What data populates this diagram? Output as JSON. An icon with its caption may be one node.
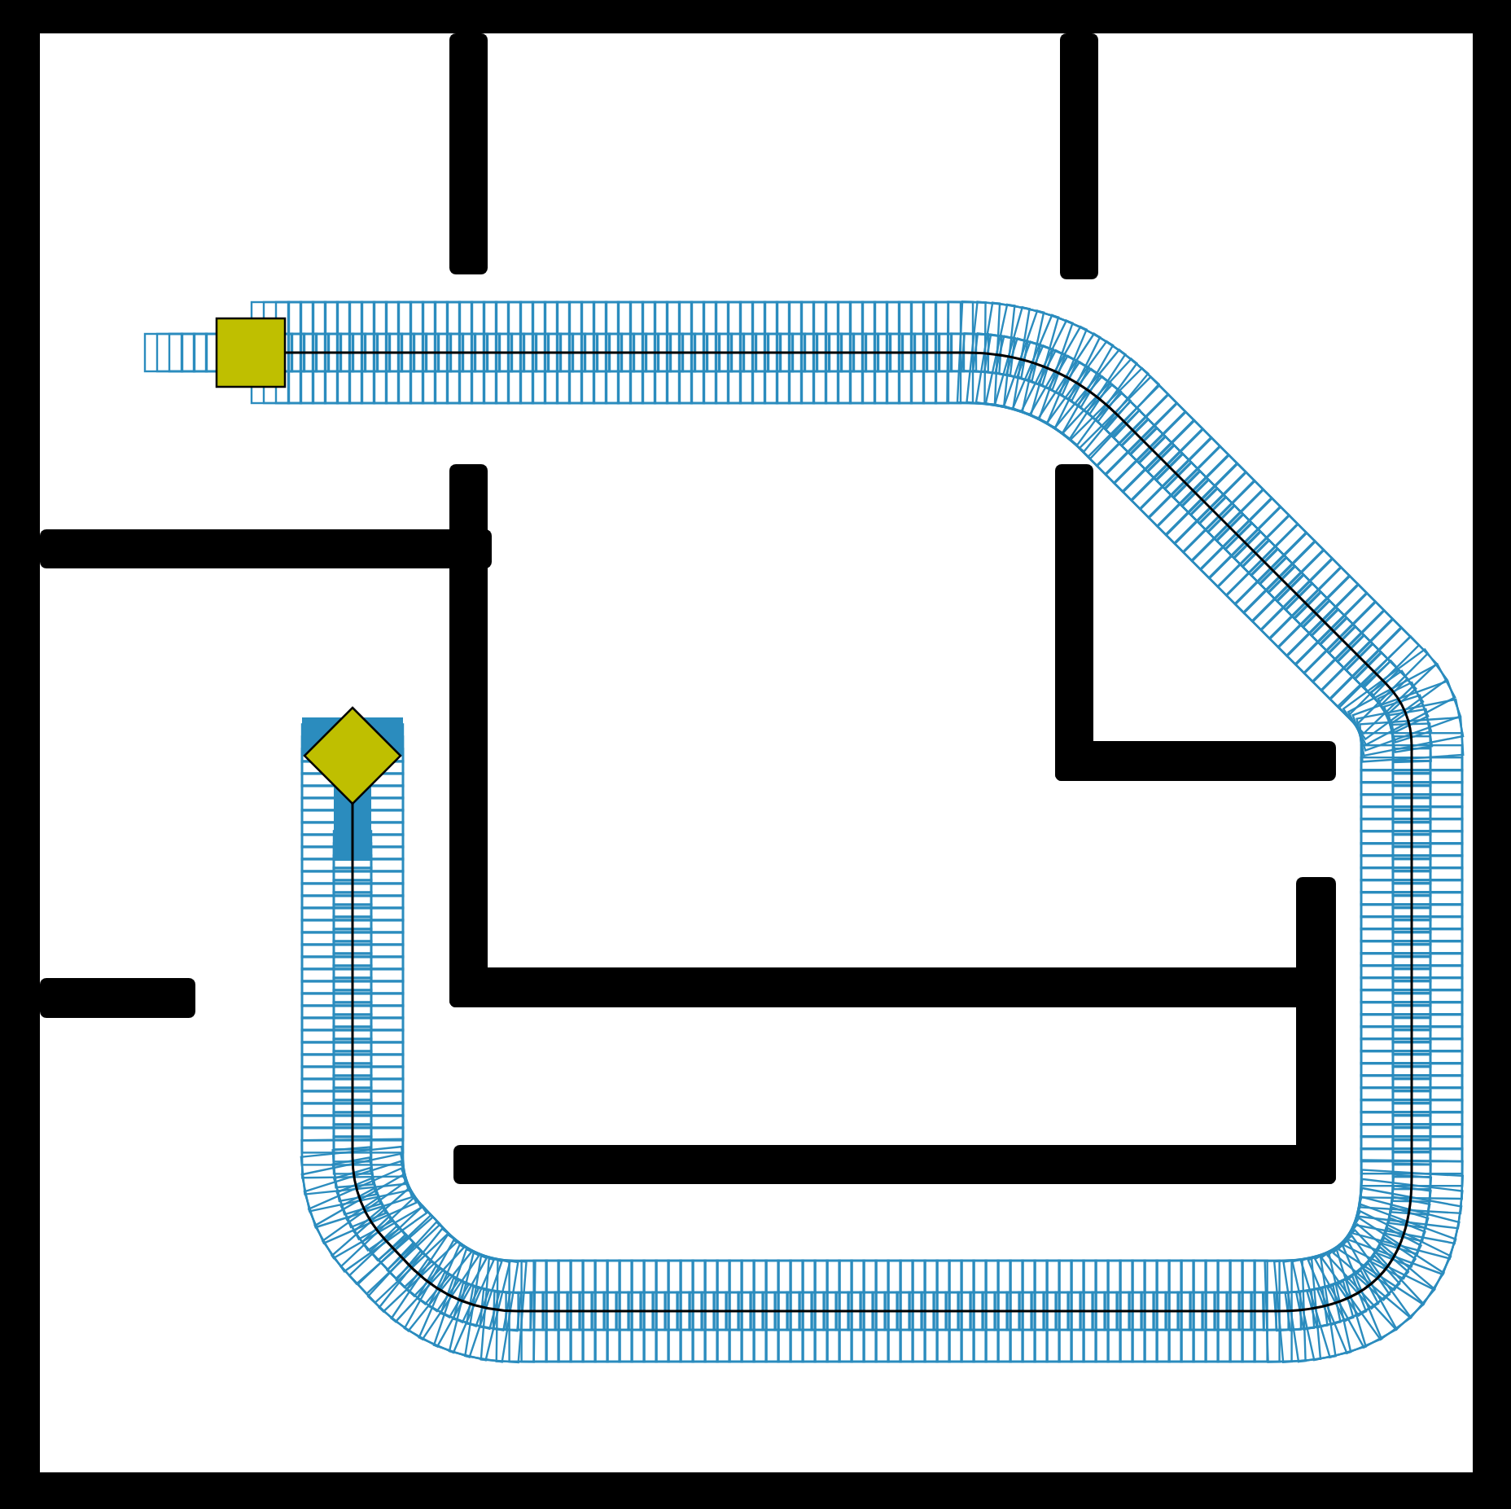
{
  "diagram": {
    "nodes": [
      {
        "text": [],
        "shape": "box"
      },
      {
        "text": [],
        "shape": "diamond"
      }
    ],
    "edges": [
      {
        "from": 0,
        "to": 1,
        "arrow": "none"
      }
    ]
  }
}
